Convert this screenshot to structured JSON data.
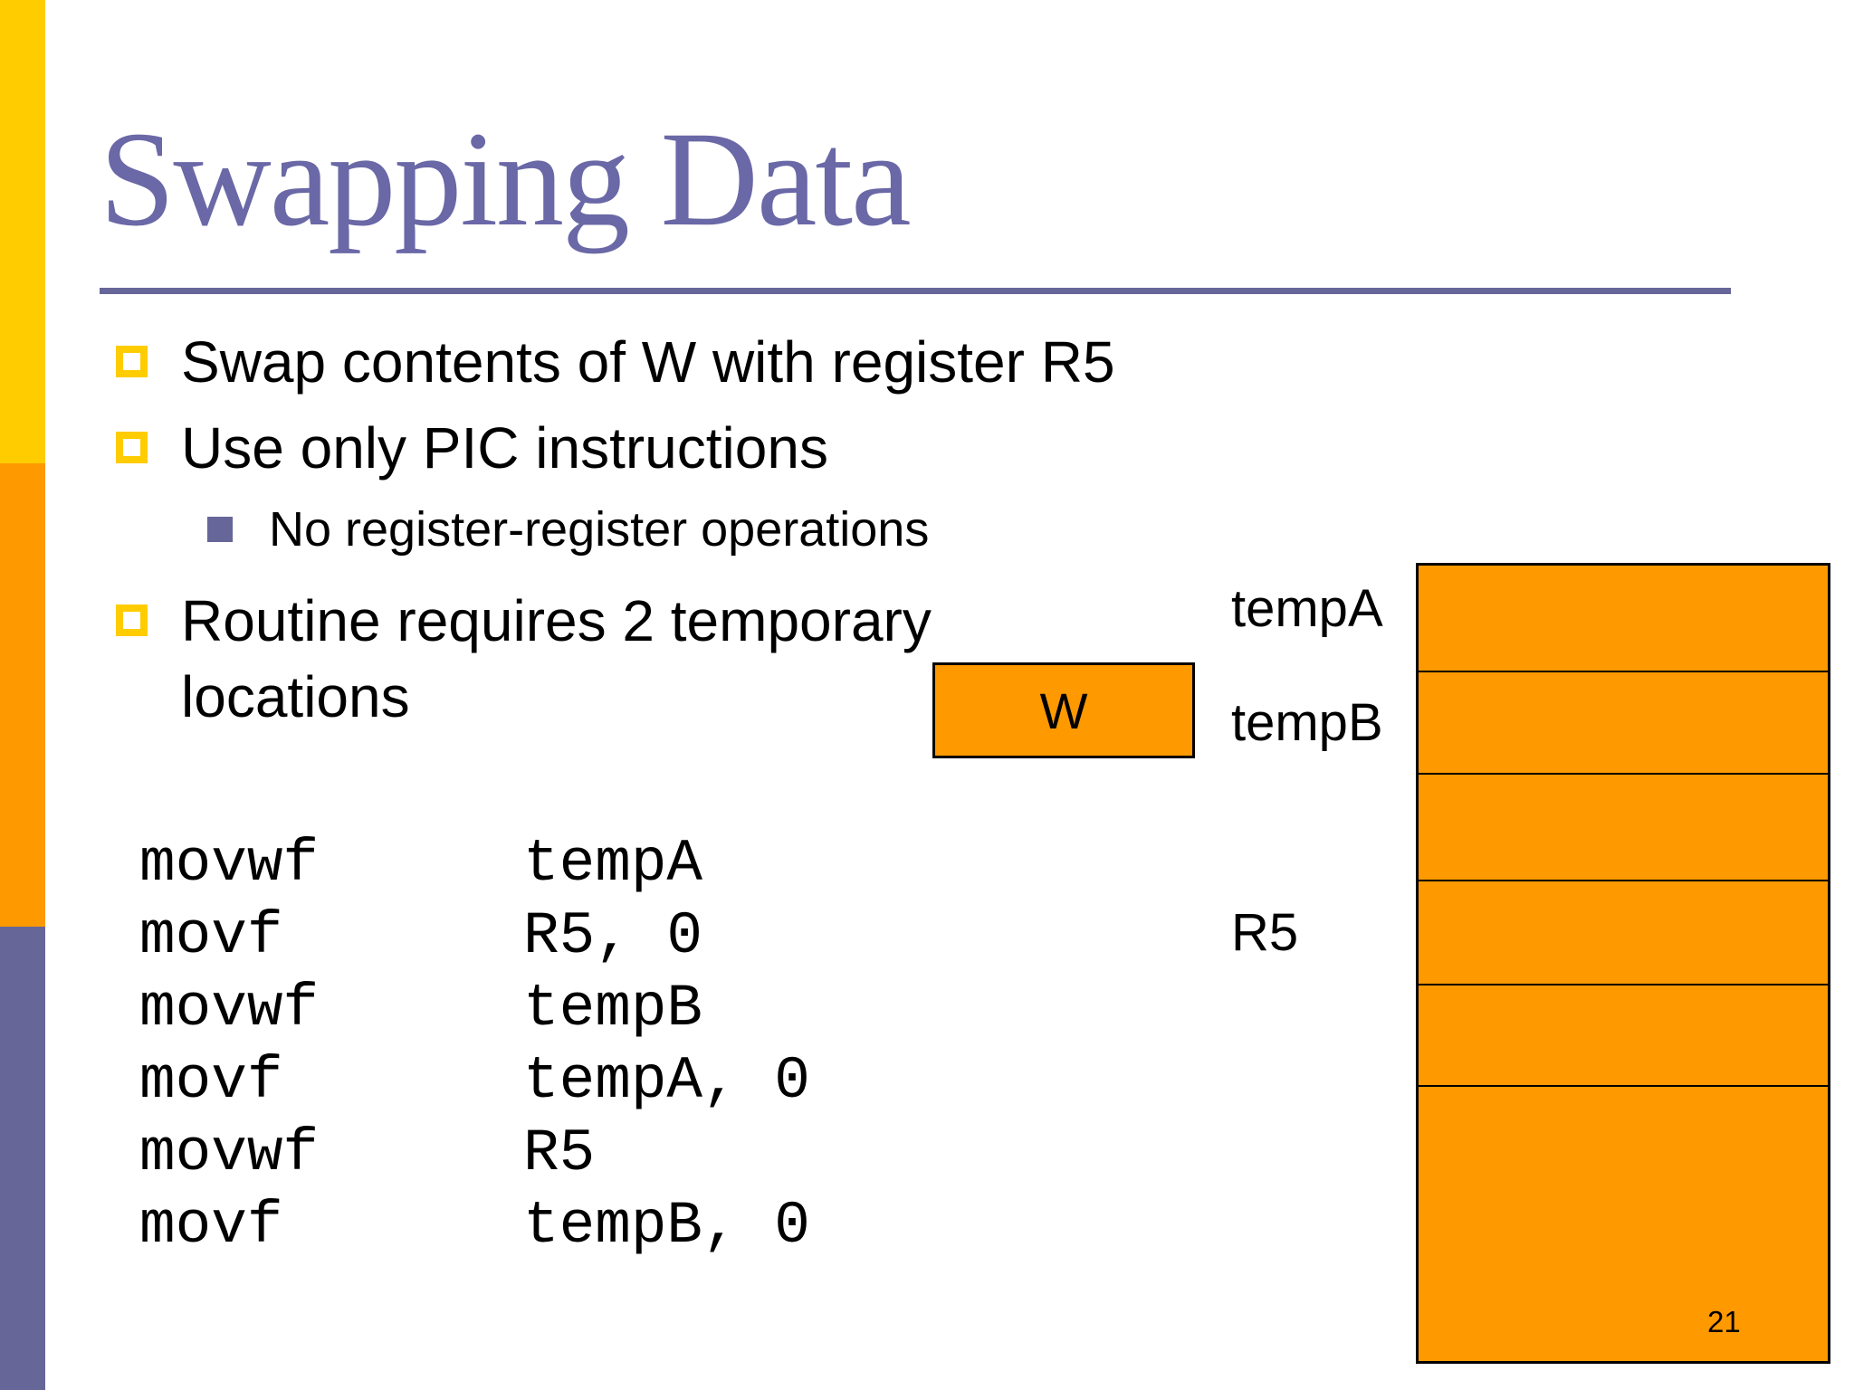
{
  "slide": {
    "title": "Swapping Data",
    "page_number": "21",
    "bullets": [
      {
        "level": 1,
        "text": "Swap contents of W with register R5"
      },
      {
        "level": 1,
        "text": "Use only PIC instructions"
      },
      {
        "level": 2,
        "text": "No register-register operations"
      },
      {
        "level": 1,
        "text": "Routine requires 2 temporary locations"
      }
    ],
    "code": {
      "lines": [
        {
          "opcode": "movwf",
          "operand": "tempA"
        },
        {
          "opcode": "movf",
          "operand": "R5, 0"
        },
        {
          "opcode": "movwf",
          "operand": "tempB"
        },
        {
          "opcode": "movf",
          "operand": "tempA, 0"
        },
        {
          "opcode": "movwf",
          "operand": "R5"
        },
        {
          "opcode": "movf",
          "operand": "tempB, 0"
        }
      ]
    },
    "w_register": {
      "label": "W"
    },
    "register_file": {
      "rows": 6,
      "labels": [
        {
          "text": "tempA",
          "row": 1
        },
        {
          "text": "tempB",
          "row": 2
        },
        {
          "text": "R5",
          "row": 4
        }
      ]
    },
    "colors": {
      "accent_yellow": "#FFCC00",
      "accent_orange": "#FF9900",
      "accent_purple": "#666699",
      "title_purple": "#6A68A6"
    }
  }
}
